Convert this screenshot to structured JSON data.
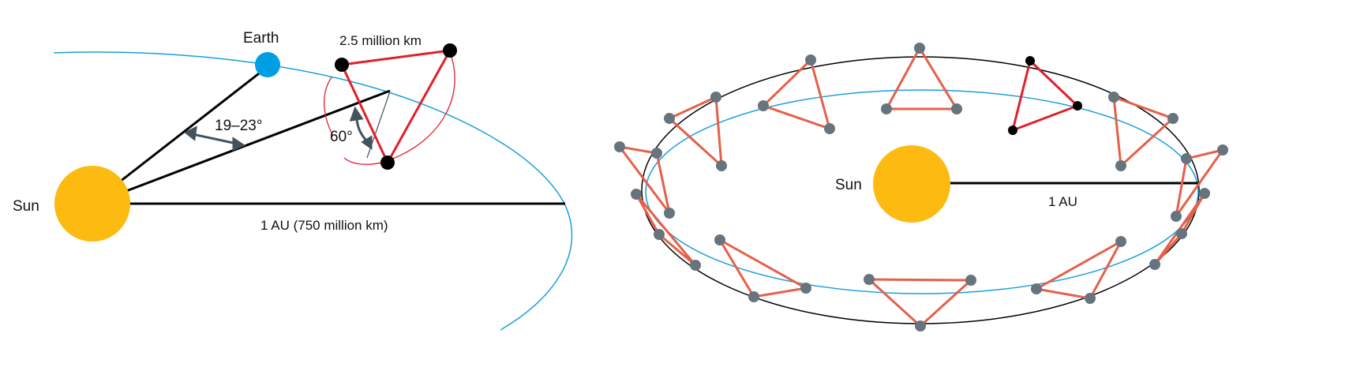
{
  "left_panel": {
    "earth_label": "Earth",
    "triangle_size_label": "2.5 million km",
    "trailing_angle_label": "19–23°",
    "tilt_angle_label": "60°",
    "sun_label": "Sun",
    "distance_label": "1 AU (750 million km)"
  },
  "right_panel": {
    "sun_label": "Sun",
    "distance_label": "1 AU"
  },
  "colors": {
    "sun": "#FDBB12",
    "earth": "#009FE3",
    "orbit": "#1A9FD9",
    "constellation_active": "#E0202A",
    "constellation_orbit": "#E5604A",
    "spacecraft_gray": "#66747E",
    "arrow": "#44525C"
  }
}
